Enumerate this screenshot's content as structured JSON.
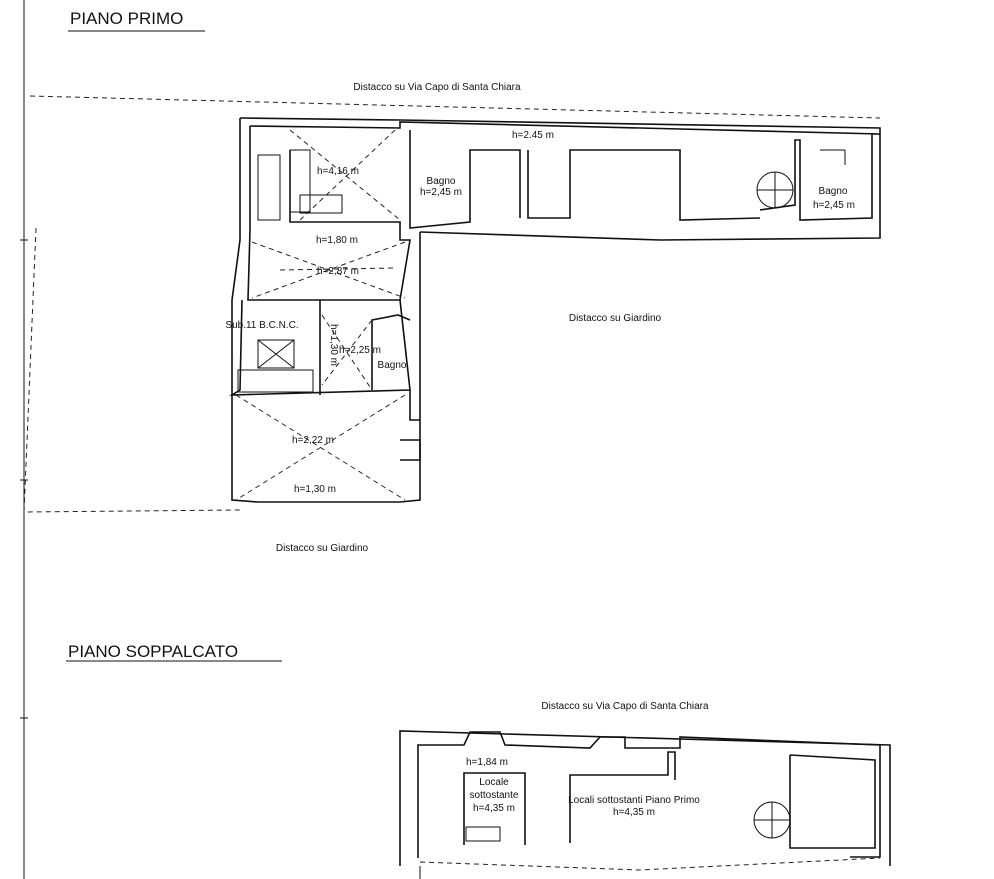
{
  "first_floor": {
    "title": "PIANO PRIMO",
    "street_setback": "Distacco su Via Capo di Santa Chiara",
    "garden_setback_right": "Distacco su Giardino",
    "garden_setback_bottom": "Distacco su Giardino",
    "rooms": [
      {
        "label": "h=4,16 m"
      },
      {
        "label": "Bagno",
        "height": "h=2,45 m"
      },
      {
        "label": "h=2.45 m"
      },
      {
        "label": "Bagno",
        "height": "h=2,45 m"
      },
      {
        "label": "h=1,80 m"
      },
      {
        "label": "h=2,87 m"
      },
      {
        "label": "Sub.11 B.C.N.C."
      },
      {
        "label": "h=1,30 m"
      },
      {
        "label": "h=2,25 m"
      },
      {
        "label": "Bagno"
      },
      {
        "label": "h=2,22 m"
      },
      {
        "label": "h=1,30 m"
      }
    ]
  },
  "mezzanine": {
    "title": "PIANO SOPPALCATO",
    "street_setback": "Distacco su Via Capo di Santa Chiara",
    "rooms": [
      {
        "label": "h=1,84 m"
      },
      {
        "label_line1": "Locale",
        "label_line2": "sottostante",
        "height": "h=4,35 m"
      },
      {
        "label": "Locali sottostanti Piano Primo",
        "height": "h=4,35 m"
      }
    ]
  }
}
